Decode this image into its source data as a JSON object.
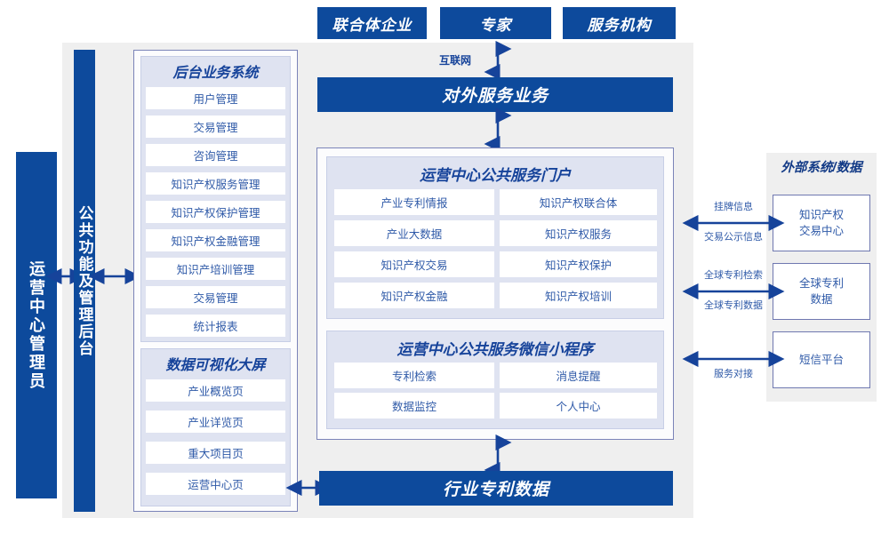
{
  "colors": {
    "primary": "#0d4a9c",
    "panel_bg": "#efefef",
    "tile_panel": "#dfe3f1",
    "border": "#7b84b8",
    "text_blue": "#2f5aa8",
    "title_blue": "#16439a"
  },
  "top_actors": [
    {
      "label": "联合体企业"
    },
    {
      "label": "专家"
    },
    {
      "label": "服务机构"
    }
  ],
  "connectors": {
    "internet": "互联网",
    "external": [
      {
        "above": "挂牌信息",
        "below": "交易公示信息"
      },
      {
        "above": "全球专利检索",
        "below": "全球专利数据"
      },
      {
        "above": "",
        "below": "服务对接"
      }
    ]
  },
  "external_service_bar": {
    "label": "对外服务业务"
  },
  "bottom_bar": {
    "label": "行业专利数据"
  },
  "left_bars": [
    {
      "label": "运营中心管理员"
    },
    {
      "label": "公共功能及管理后台"
    }
  ],
  "backend_panel": {
    "title": "后台业务系统",
    "items": [
      "用户管理",
      "交易管理",
      "咨询管理",
      "知识产权服务管理",
      "知识产权保护管理",
      "知识产权金融管理",
      "知识产培训管理",
      "交易管理",
      "统计报表"
    ]
  },
  "dataviz_panel": {
    "title": "数据可视化大屏",
    "items": [
      "产业概览页",
      "产业详览页",
      "重大项目页",
      "运营中心页"
    ]
  },
  "portal_panel": {
    "title": "运营中心公共服务门户",
    "items": [
      "产业专利情报",
      "知识产权联合体",
      "产业大数据",
      "知识产权服务",
      "知识产权交易",
      "知识产权保护",
      "知识产权金融",
      "知识产权培训"
    ]
  },
  "miniprogram_panel": {
    "title": "运营中心公共服务微信小程序",
    "items": [
      "专利检索",
      "消息提醒",
      "数据监控",
      "个人中心"
    ]
  },
  "external_panel": {
    "title": "外部系统/数据",
    "items": [
      "知识产权\n交易中心",
      "全球专利\n数据",
      "短信平台"
    ]
  }
}
